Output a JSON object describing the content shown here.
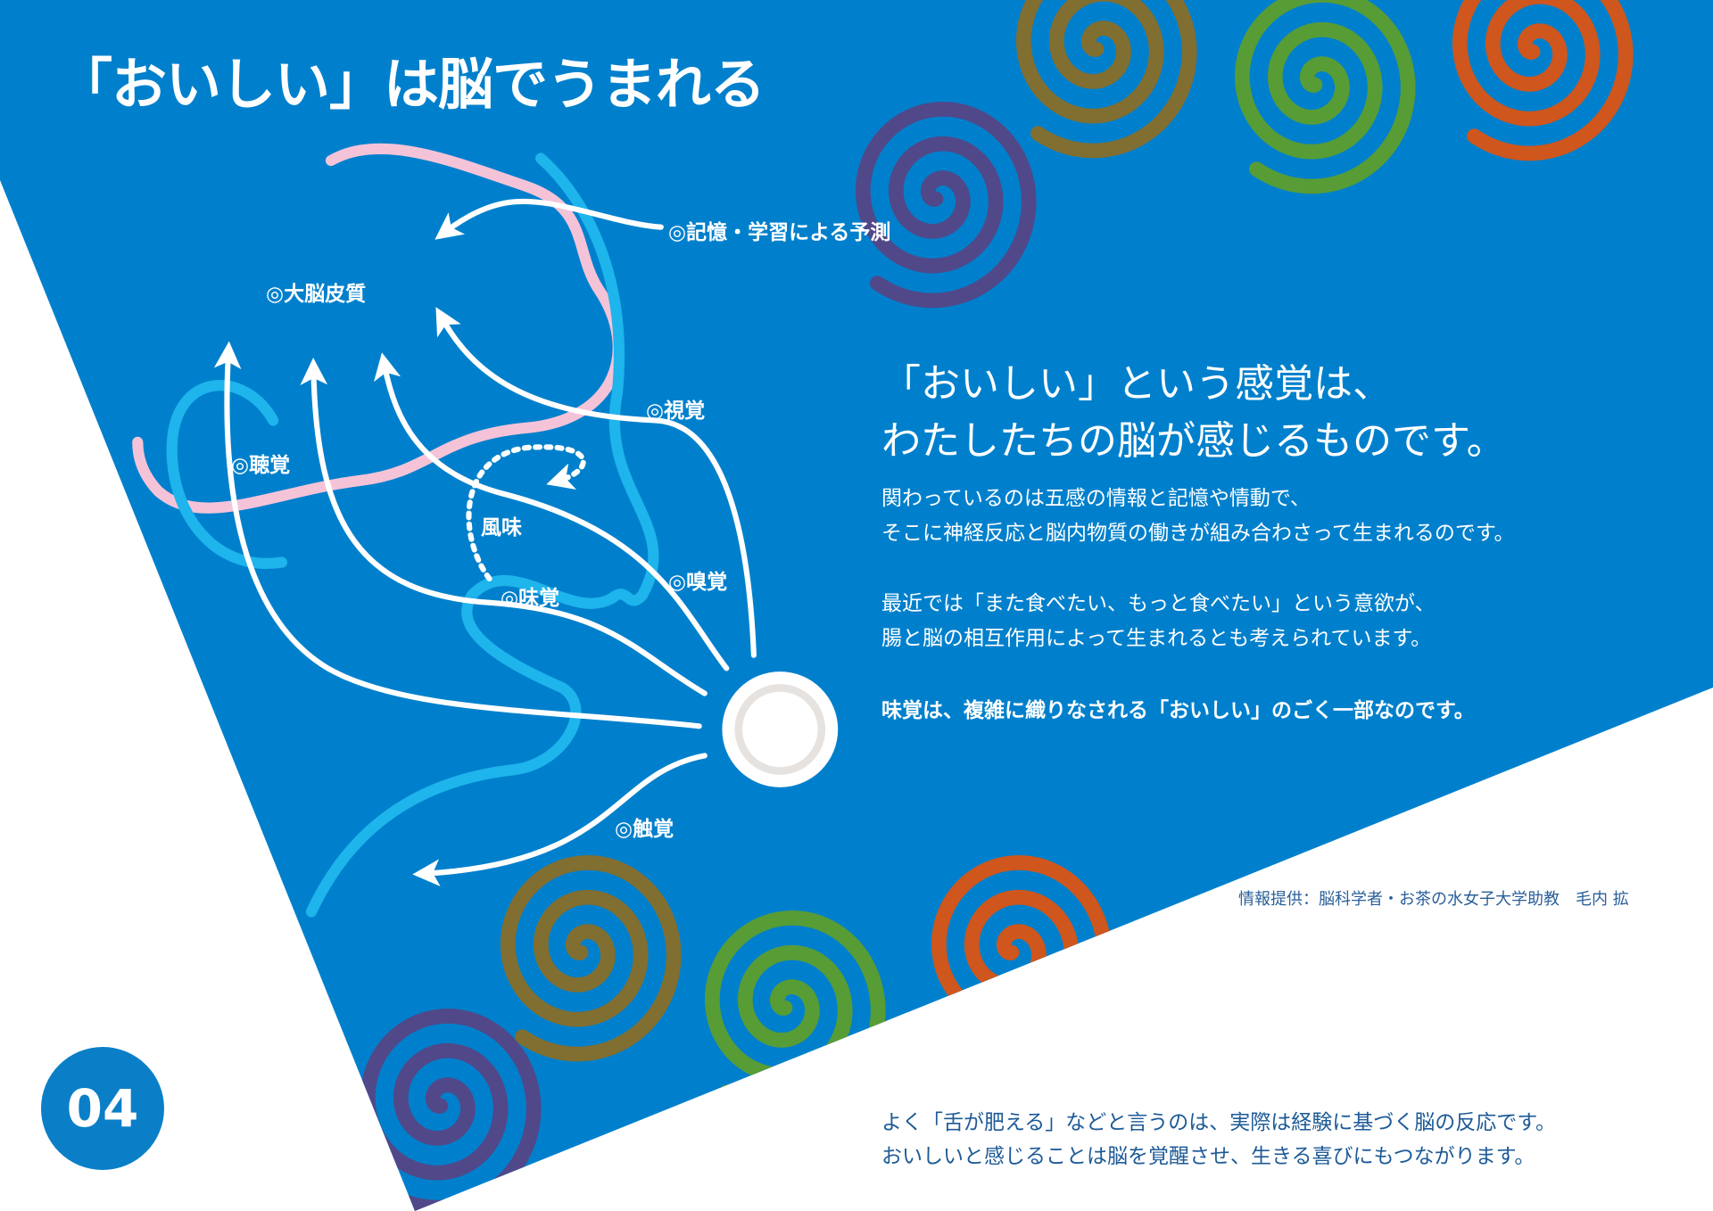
{
  "title": "「おいしい」は脳でうまれる",
  "diagram": {
    "labels": {
      "memory": "◎記憶・学習による予測",
      "cortex": "◎大脳皮質",
      "vision": "◎視覚",
      "hearing": "◎聴覚",
      "flavor": "風味",
      "smell": "◎嗅覚",
      "taste": "◎味覚",
      "touch": "◎触覚"
    }
  },
  "headline": {
    "line1": "「おいしい」という感覚は、",
    "line2": "わたしたちの脳が感じるものです。"
  },
  "paragraphs": {
    "p1_line1": "関わっているのは五感の情報と記憶や情動で、",
    "p1_line2": "そこに神経反応と脳内物質の働きが組み合わさって生まれるのです。",
    "p2_line1": "最近では「また食べたい、もっと食べたい」という意欲が、",
    "p2_line2": "腸と脳の相互作用によって生まれるとも考えられています。",
    "emphasis": "味覚は、複雑に織りなされる「おいしい」のごく一部なのです。"
  },
  "credit": "情報提供：脳科学者・お茶の水女子大学助教　毛内 拡",
  "bottom": {
    "line1": "よく「舌が肥える」などと言うのは、実際は経験に基づく脳の反応です。",
    "line2": "おいしいと感じることは脳を覚醒させ、生きる喜びにもつながります。"
  },
  "page_number": "04",
  "colors": {
    "blue": "#0080cc",
    "light_blue": "#1eb4ec",
    "pink": "#f5c3d8",
    "purple": "#504889",
    "brown": "#816e31",
    "green": "#589c36",
    "orange": "#cf561c",
    "text_dark_blue": "#1d5a96"
  }
}
